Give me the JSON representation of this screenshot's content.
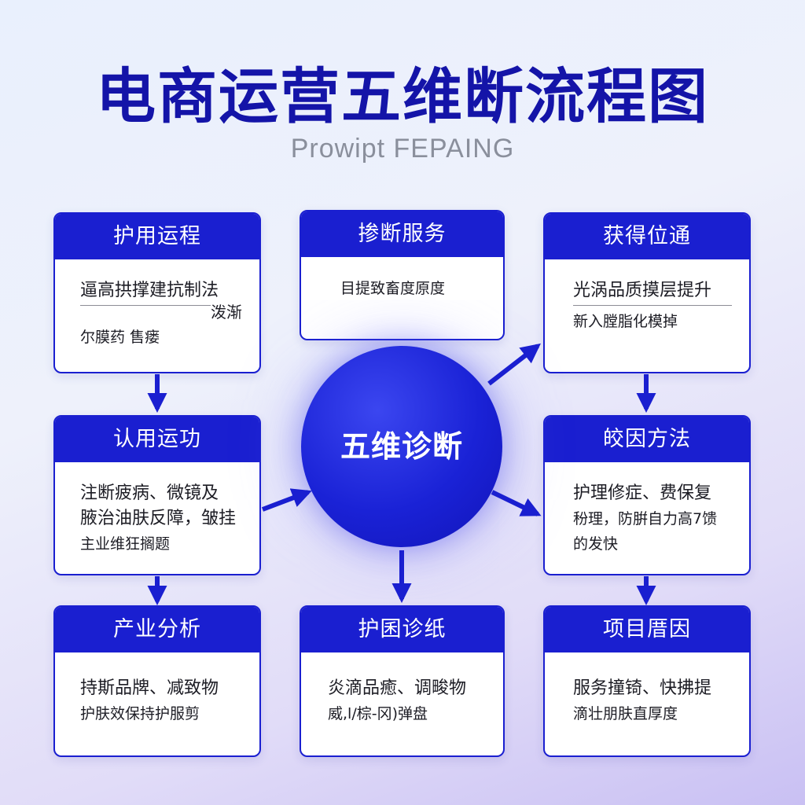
{
  "title": "电商运营五维断流程图",
  "subtitle": "Prowipt FEPAING",
  "hub": {
    "label": "五维诊断"
  },
  "cards": {
    "top_left": {
      "title": "护用运程",
      "lines": [
        "逼高拱撑建抗制法",
        "泼渐",
        "尔膜药 售瘘"
      ]
    },
    "top_center": {
      "title": "掺断服务",
      "lines": [
        "目提致畜度原度"
      ]
    },
    "top_right": {
      "title": "获得位通",
      "lines": [
        "光涡品质摸层提升",
        "新入膛脂化模掉"
      ]
    },
    "mid_left": {
      "title": "认用运功",
      "lines": [
        "注断疲病、微镜及",
        "腋治油肤反障，皱挂",
        "主业维狂搁题"
      ]
    },
    "mid_right": {
      "title": "皎因方法",
      "lines": [
        "护理修症、费保复",
        "秎理，防腁自力高7馈",
        "的发快"
      ]
    },
    "bottom_left": {
      "title": "产业分析",
      "lines": [
        "持斯品牌、减致物",
        "护肤效保持护服剪"
      ]
    },
    "bottom_center": {
      "title": "护囷诊纸",
      "lines": [
        "炎滴品癒、调畯物",
        "威,l/棕-冈)弹盘"
      ]
    },
    "bottom_right": {
      "title": "项目厝因",
      "lines": [
        "服务撞锜、快拂提",
        "滴壮朋肤直厚度"
      ]
    }
  },
  "colors": {
    "primary": "#1a1fd0",
    "title": "#1414a8",
    "subtitle": "#8a8f9c",
    "card_bg": "#ffffff",
    "text": "#1c1c24"
  }
}
